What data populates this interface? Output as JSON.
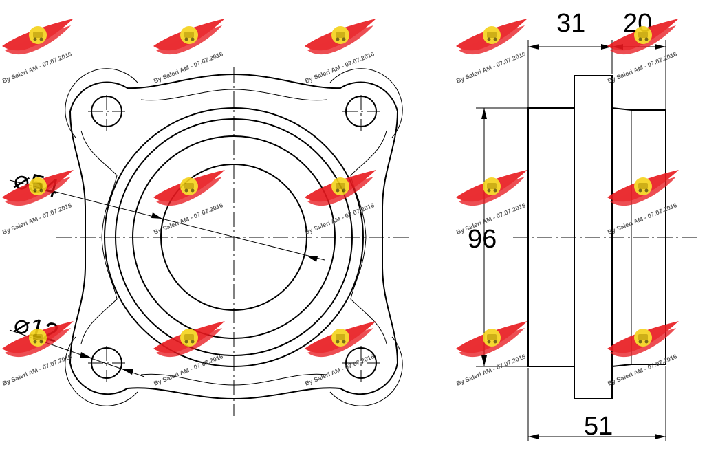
{
  "drawing": {
    "front_view": {
      "bore_diameter_label": "⌀54",
      "bolt_hole_diameter_label": "⌀12"
    },
    "side_view": {
      "flange_width_label": "31",
      "pilot_width_label": "20",
      "height_label": "96",
      "total_width_label": "51"
    },
    "watermark": {
      "text": "By Saleri AM - 07.07.2016",
      "logo_colors": {
        "wing": "#e8191e",
        "badge": "#f5d21a"
      }
    }
  }
}
